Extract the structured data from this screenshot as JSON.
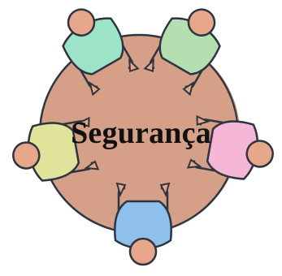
{
  "title": "Segurança",
  "colors": {
    "table": "#d5a087",
    "table_shadow": "#9b7565",
    "outline": "#2e3440",
    "skin": "#e6a78a",
    "person_top_left": "#9de3c8",
    "person_top_right": "#b6dfb1",
    "person_left": "#dfe49a",
    "person_right": "#f6b6d6",
    "person_bottom": "#8fc0ec"
  },
  "people": [
    {
      "name": "person-top-left",
      "shirt": "#9de3c8"
    },
    {
      "name": "person-top-right",
      "shirt": "#b6dfb1"
    },
    {
      "name": "person-left",
      "shirt": "#dfe49a"
    },
    {
      "name": "person-right",
      "shirt": "#f6b6d6"
    },
    {
      "name": "person-bottom",
      "shirt": "#8fc0ec"
    }
  ]
}
